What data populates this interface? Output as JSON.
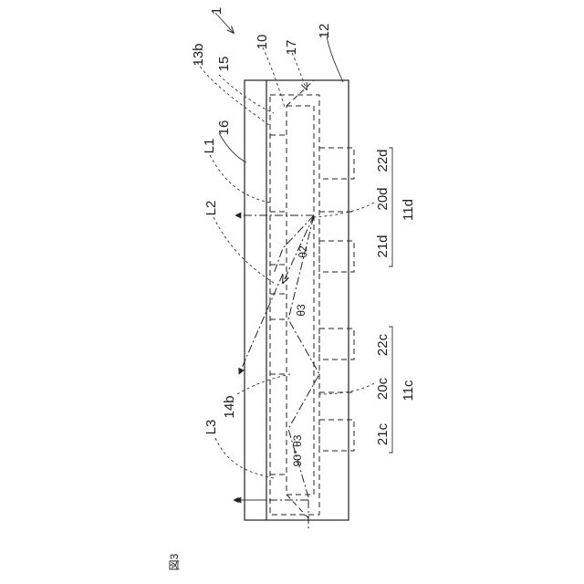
{
  "figure": {
    "caption": "図3",
    "labels": {
      "device": "1",
      "part_10": "10",
      "part_12": "12",
      "part_13b": "13b",
      "part_14b": "14b",
      "part_15": "15",
      "part_16": "16",
      "part_17": "17",
      "part_20c": "20c",
      "part_20d": "20d",
      "part_21c": "21c",
      "part_21d": "21d",
      "part_22c": "22c",
      "part_22d": "22d",
      "group_11c": "11c",
      "group_11d": "11d",
      "light_L1": "L1",
      "light_L2": "L2",
      "light_L3": "L3"
    },
    "angles": {
      "theta2": "θ2",
      "theta3": "θ3",
      "ninety_minus_theta3": "90° θ3"
    }
  }
}
